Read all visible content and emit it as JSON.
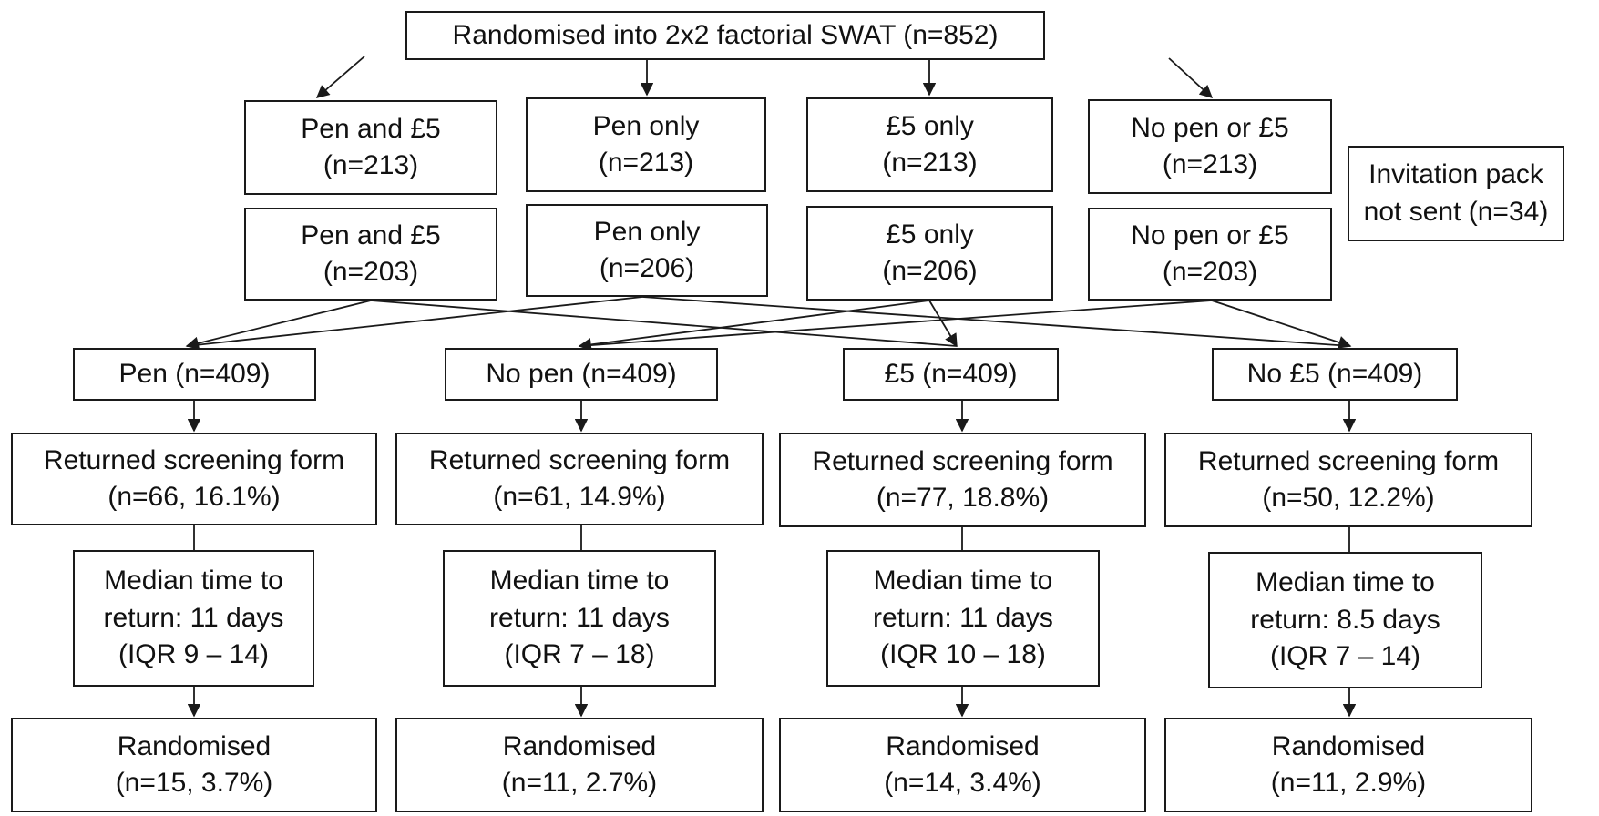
{
  "top": {
    "line1": "Randomised into 2x2 factorial SWAT (n=852)"
  },
  "allocated": [
    {
      "line1": "Pen and £5",
      "line2": "(n=213)"
    },
    {
      "line1": "Pen only",
      "line2": "(n=213)"
    },
    {
      "line1": "£5 only",
      "line2": "(n=213)"
    },
    {
      "line1": "No pen or £5",
      "line2": "(n=213)"
    }
  ],
  "not_sent": {
    "line1": "Invitation pack",
    "line2": "not sent (n=34)"
  },
  "sent": [
    {
      "line1": "Pen and £5",
      "line2": "(n=203)"
    },
    {
      "line1": "Pen only",
      "line2": "(n=206)"
    },
    {
      "line1": "£5 only",
      "line2": "(n=206)"
    },
    {
      "line1": "No pen or £5",
      "line2": "(n=203)"
    }
  ],
  "factors": [
    {
      "line1": "Pen (n=409)"
    },
    {
      "line1": "No pen (n=409)"
    },
    {
      "line1": "£5 (n=409)"
    },
    {
      "line1": "No £5 (n=409)"
    }
  ],
  "returned": [
    {
      "line1": "Returned screening form",
      "line2": "(n=66, 16.1%)"
    },
    {
      "line1": "Returned screening form",
      "line2": "(n=61, 14.9%)"
    },
    {
      "line1": "Returned screening form",
      "line2": "(n=77, 18.8%)"
    },
    {
      "line1": "Returned screening form",
      "line2": "(n=50, 12.2%)"
    }
  ],
  "median": [
    {
      "line1": "Median time to",
      "line2": "return: 11 days",
      "line3": "(IQR 9 – 14)"
    },
    {
      "line1": "Median time to",
      "line2": "return: 11 days",
      "line3": "(IQR  7 – 18)"
    },
    {
      "line1": "Median time to",
      "line2": "return: 11 days",
      "line3": "(IQR 10 – 18)"
    },
    {
      "line1": "Median time to",
      "line2": "return: 8.5 days",
      "line3": "(IQR 7 – 14)"
    }
  ],
  "randomised": [
    {
      "line1": "Randomised",
      "line2": "(n=15, 3.7%)"
    },
    {
      "line1": "Randomised",
      "line2": "(n=11, 2.7%)"
    },
    {
      "line1": "Randomised",
      "line2": "(n=14, 3.4%)"
    },
    {
      "line1": "Randomised",
      "line2": "(n=11, 2.9%)"
    }
  ]
}
